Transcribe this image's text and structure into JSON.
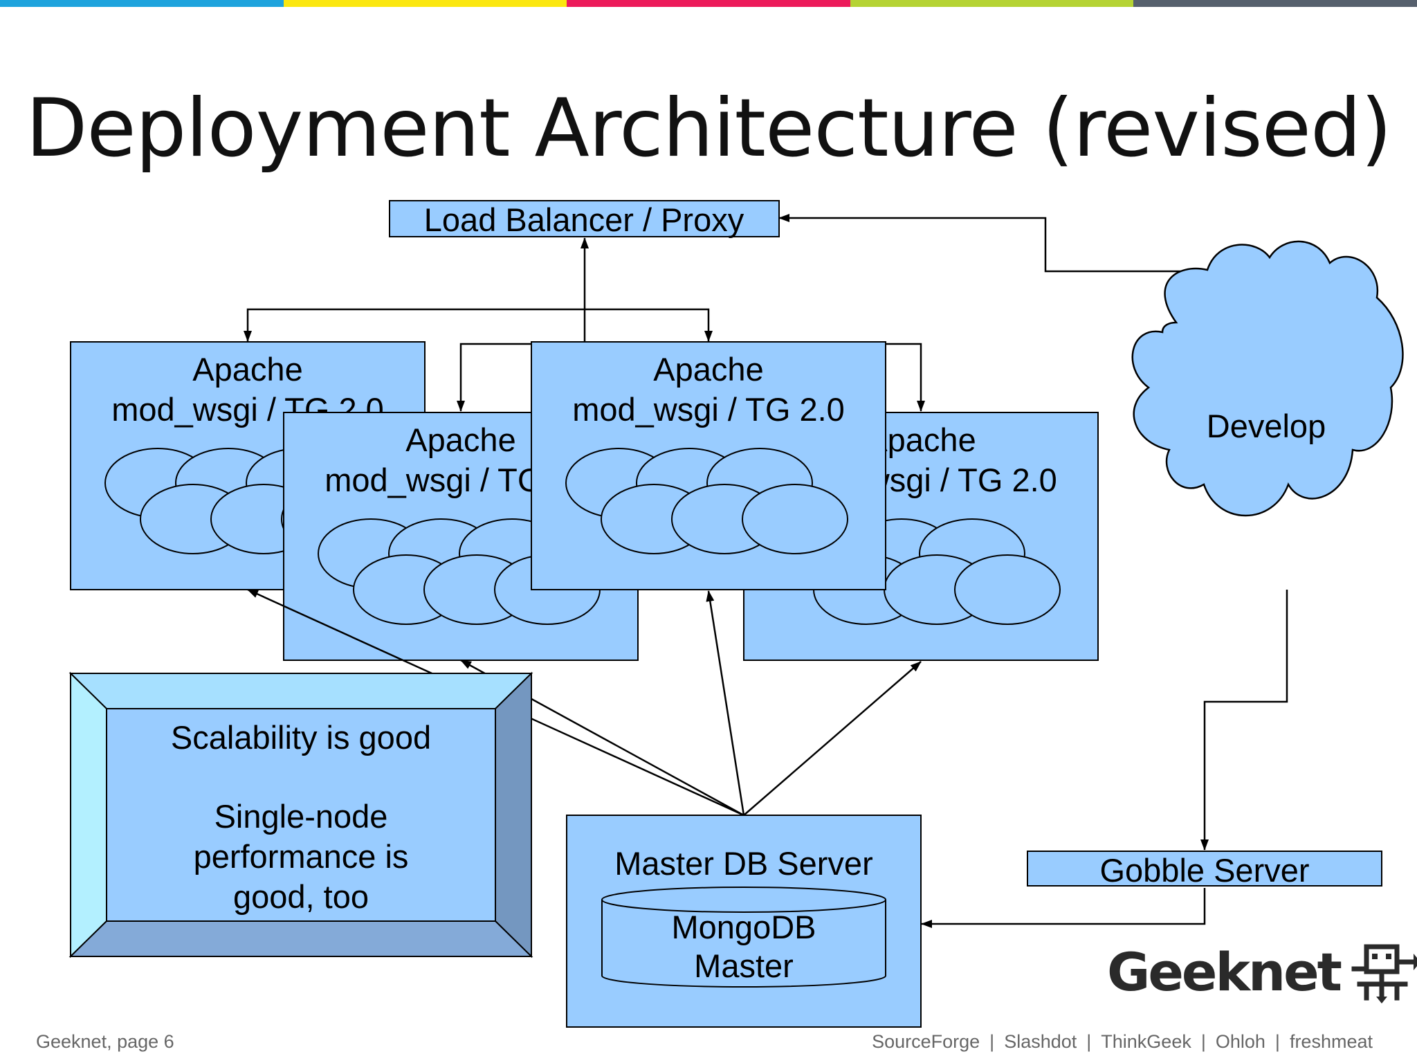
{
  "slide": {
    "title": "Deployment Architecture (revised)",
    "footer_left": "Geeknet, page 6",
    "footer_links": [
      "SourceForge",
      "Slashdot",
      "ThinkGeek",
      "Ohloh",
      "freshmeat"
    ],
    "footer_separator": "|",
    "logo": "Geeknet",
    "top_bar_colors": [
      "#1ea3dd",
      "#fbe710",
      "#ec1a5a",
      "#b5d334",
      "#56606d"
    ]
  },
  "diagram": {
    "load_balancer": "Load Balancer / Proxy",
    "apache_nodes": [
      {
        "line1": "Apache",
        "line2": "mod_wsgi / TG 2.0"
      },
      {
        "line1": "Apache",
        "line2": "mod_wsgi / TG 2.0"
      },
      {
        "line1": "Apache",
        "line2": "mod_wsgi / TG 2.0"
      },
      {
        "line1": "Apache",
        "line2": "mod_wsgi / TG 2.0"
      }
    ],
    "develop_cloud": "Develop",
    "callout": {
      "line1": "Scalability is good",
      "line2": "Single-node",
      "line3": "performance is",
      "line4": "good, too"
    },
    "master_db": "Master DB Server",
    "mongodb": {
      "line1": "MongoDB",
      "line2": "Master"
    },
    "gobble_server": "Gobble Server",
    "colors": {
      "box_fill": "#99ccff",
      "line": "#000000",
      "bevel_left": "#b3f0ff",
      "bevel_top": "#a6e0ff",
      "bevel_right": "#7497c0",
      "bevel_bottom": "#84aad8"
    }
  }
}
